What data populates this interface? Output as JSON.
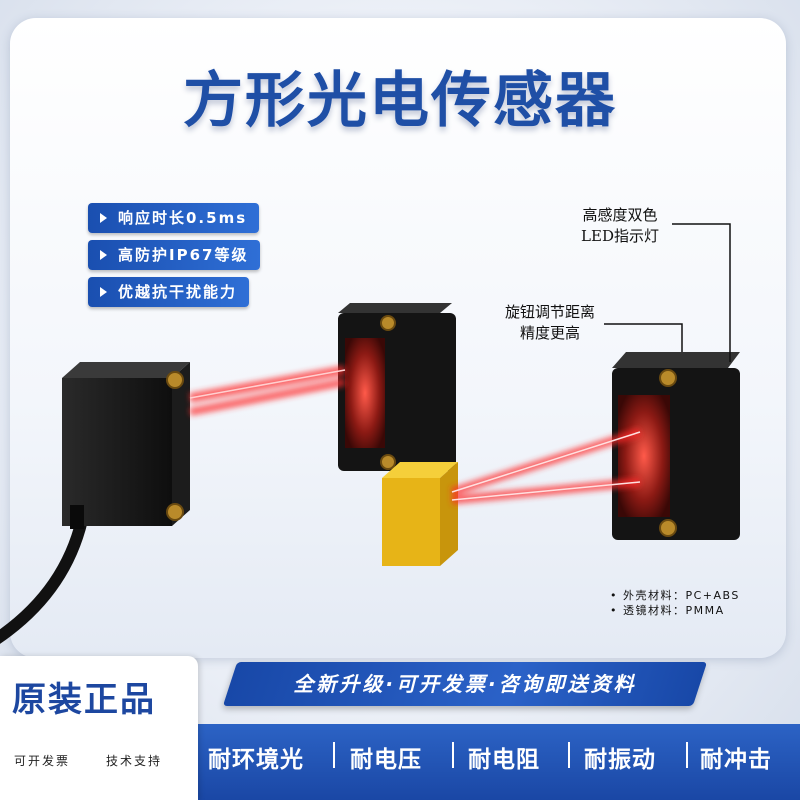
{
  "title": "方形光电传感器",
  "features": [
    "响应时长0.5ms",
    "高防护IP67等级",
    "优越抗干扰能力"
  ],
  "callouts": {
    "led_line1": "高感度双色",
    "led_line2": "LED指示灯",
    "knob_line1": "旋钮调节距离",
    "knob_line2": "精度更高"
  },
  "specs": [
    "• 外壳材料：PC+ABS",
    "• 透镜材料：PMMA"
  ],
  "banner": "全新升级·可开发票·咨询即送资料",
  "badge": {
    "title": "原装正品",
    "sub_left": "可开发票",
    "sub_right": "技术支持"
  },
  "bottom_items": [
    "耐环境光",
    "耐电压",
    "耐电阻",
    "耐振动",
    "耐冲击"
  ],
  "colors": {
    "brand_blue": "#1f4fa6",
    "laser_red": "#ff2a2a",
    "target_yellow": "#e7b417",
    "sensor_black": "#1a1a1a"
  }
}
